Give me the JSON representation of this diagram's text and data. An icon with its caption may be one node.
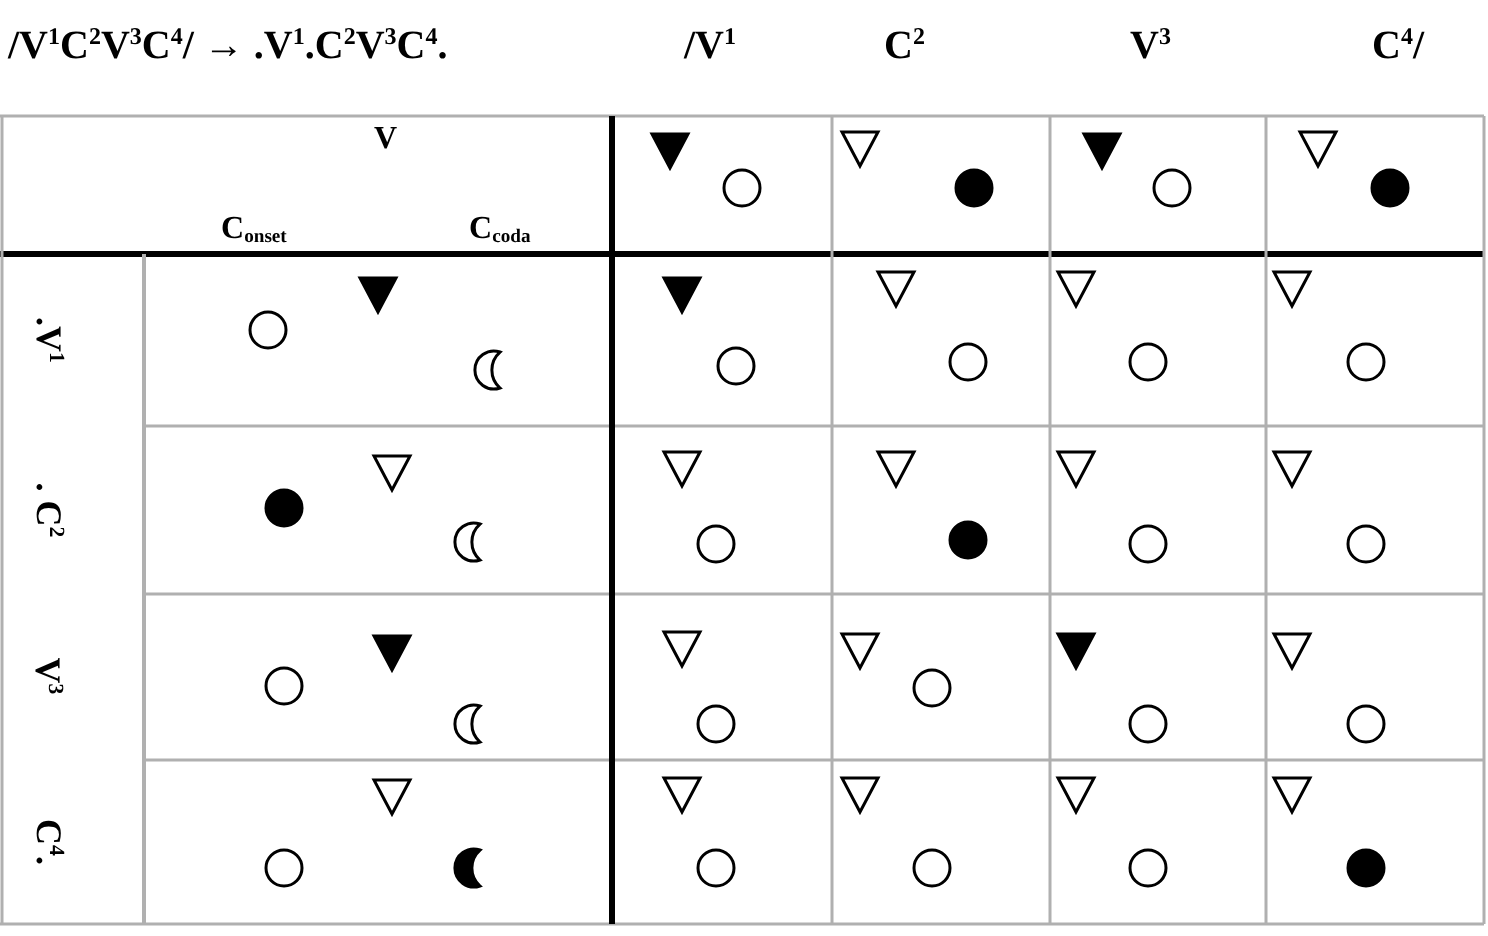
{
  "diagram": {
    "title": "/V$^{1}$C$^{2}$V$^{3}$C$^{4}$/ → .V$^{1}$.C$^{2}$V$^{3}$C$^{4}$.",
    "labels": [
      "/V$^{1}$",
      "C$^{2}$",
      "V$^{3}$",
      "C$^{4}$/",
      "V",
      "C$_{onset}$",
      "C$_{coda}$",
      ".V$^{1}$",
      ". C$^{2}$",
      "V$^{3}$",
      "C$^{4}$."
    ]
  }
}
